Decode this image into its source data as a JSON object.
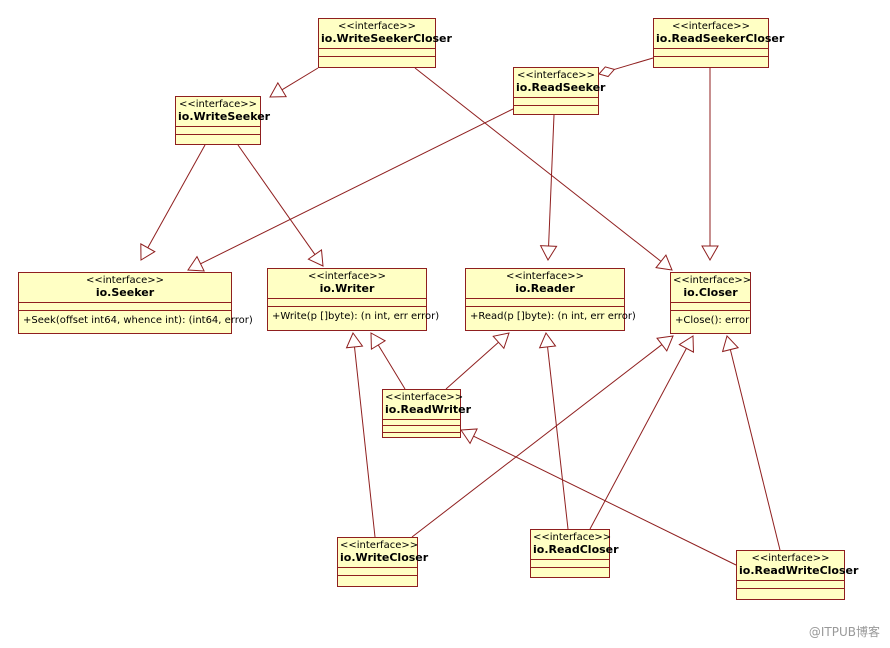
{
  "colors": {
    "line": "#8f1f1f",
    "fill": "#ffffc4"
  },
  "classes": [
    {
      "id": "write-seeker-closer",
      "stereotype": "<<interface>>",
      "name": "io.WriteSeekerCloser",
      "ops": []
    },
    {
      "id": "read-seeker-closer",
      "stereotype": "<<interface>>",
      "name": "io.ReadSeekerCloser",
      "ops": []
    },
    {
      "id": "read-seeker",
      "stereotype": "<<interface>>",
      "name": "io.ReadSeeker",
      "ops": []
    },
    {
      "id": "write-seeker",
      "stereotype": "<<interface>>",
      "name": "io.WriteSeeker",
      "ops": []
    },
    {
      "id": "seeker",
      "stereotype": "<<interface>>",
      "name": "io.Seeker",
      "ops": [
        "+Seek(offset int64, whence int): (int64, error)"
      ]
    },
    {
      "id": "writer",
      "stereotype": "<<interface>>",
      "name": "io.Writer",
      "ops": [
        "+Write(p []byte): (n int, err error)"
      ]
    },
    {
      "id": "reader",
      "stereotype": "<<interface>>",
      "name": "io.Reader",
      "ops": [
        "+Read(p []byte): (n int, err error)"
      ]
    },
    {
      "id": "closer",
      "stereotype": "<<interface>>",
      "name": "io.Closer",
      "ops": [
        "+Close(): error"
      ]
    },
    {
      "id": "read-writer",
      "stereotype": "<<interface>>",
      "name": "io.ReadWriter",
      "ops": []
    },
    {
      "id": "write-closer",
      "stereotype": "<<interface>>",
      "name": "io.WriteCloser",
      "ops": []
    },
    {
      "id": "read-closer",
      "stereotype": "<<interface>>",
      "name": "io.ReadCloser",
      "ops": []
    },
    {
      "id": "read-write-closer",
      "stereotype": "<<interface>>",
      "name": "io.ReadWriteCloser",
      "ops": []
    }
  ],
  "relations": [
    {
      "from": "write-seeker-closer",
      "to": "write-seeker",
      "kind": "generalization"
    },
    {
      "from": "write-seeker-closer",
      "to": "closer",
      "kind": "generalization"
    },
    {
      "from": "read-seeker-closer",
      "to": "read-seeker",
      "kind": "aggregation"
    },
    {
      "from": "read-seeker-closer",
      "to": "closer",
      "kind": "generalization"
    },
    {
      "from": "read-seeker",
      "to": "seeker",
      "kind": "generalization"
    },
    {
      "from": "read-seeker",
      "to": "reader",
      "kind": "generalization"
    },
    {
      "from": "write-seeker",
      "to": "seeker",
      "kind": "generalization"
    },
    {
      "from": "write-seeker",
      "to": "writer",
      "kind": "generalization"
    },
    {
      "from": "read-writer",
      "to": "writer",
      "kind": "generalization"
    },
    {
      "from": "read-writer",
      "to": "reader",
      "kind": "generalization"
    },
    {
      "from": "write-closer",
      "to": "writer",
      "kind": "generalization"
    },
    {
      "from": "write-closer",
      "to": "closer",
      "kind": "generalization"
    },
    {
      "from": "read-closer",
      "to": "reader",
      "kind": "generalization"
    },
    {
      "from": "read-closer",
      "to": "closer",
      "kind": "generalization"
    },
    {
      "from": "read-write-closer",
      "to": "read-writer",
      "kind": "generalization"
    },
    {
      "from": "read-write-closer",
      "to": "closer",
      "kind": "generalization"
    }
  ],
  "watermark": "@ITPUB博客"
}
